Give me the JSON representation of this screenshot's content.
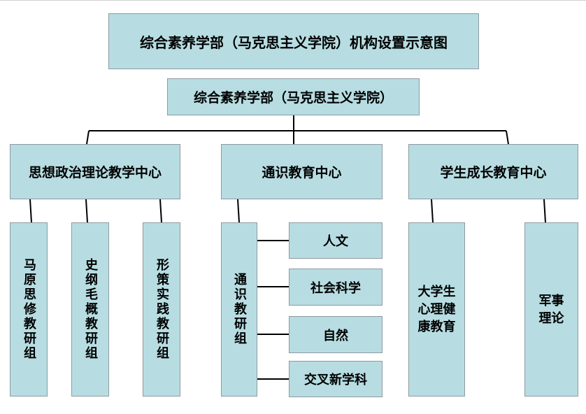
{
  "title": "综合素养学部（马克思主义学院）机构设置示意图",
  "root": "综合素养学部（马克思主义学院）",
  "centers": {
    "politics": {
      "label": "思想政治理论教学中心",
      "groups": [
        "马原思修教研组",
        "史纲毛概教研组",
        "形策实践教研组"
      ]
    },
    "general": {
      "label": "通识教育中心",
      "group": "通识教研组",
      "subjects": [
        "人文",
        "社会科学",
        "自然",
        "交叉新学科"
      ]
    },
    "growth": {
      "label": "学生成长教育中心",
      "units": [
        "大学生心理健康教育",
        "军事理论"
      ]
    }
  },
  "colors": {
    "box_fill": "#b7dde2",
    "box_border": "#8d9aa0",
    "line": "#000000"
  }
}
